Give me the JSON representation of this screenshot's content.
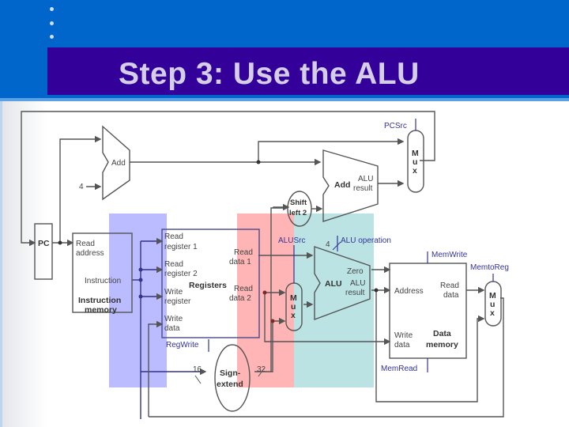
{
  "slide": {
    "title": "Step 3: Use the ALU",
    "bullets": 3,
    "colors": {
      "header_bg": "#0066cc",
      "title_bar_bg": "#330099",
      "title_text": "#d4cfe6",
      "highlight_blue": "#7878ff",
      "highlight_red": "#ff7878",
      "highlight_teal": "#78c8c8",
      "control_signal": "#33339a"
    }
  },
  "diagram": {
    "pc": {
      "label": "PC"
    },
    "adder_pc": {
      "label": "Add",
      "const_input": "4"
    },
    "adder_branch": {
      "label": "Add",
      "result_line1": "ALU",
      "result_line2": "result"
    },
    "shift": {
      "line1": "Shift",
      "line2": "left 2"
    },
    "mux_pc": {
      "l1": "M",
      "l2": "u",
      "l3": "x",
      "control": "PCSrc"
    },
    "instr_mem": {
      "in_line1": "Read",
      "in_line2": "address",
      "out": "Instruction",
      "name_line1": "Instruction",
      "name_line2": "memory"
    },
    "registers": {
      "name": "Registers",
      "rr1_a": "Read",
      "rr1_b": "register 1",
      "rr2_a": "Read",
      "rr2_b": "register 2",
      "wr_a": "Write",
      "wr_b": "register",
      "wd_a": "Write",
      "wd_b": "data",
      "rd1_a": "Read",
      "rd1_b": "data 1",
      "rd2_a": "Read",
      "rd2_b": "data 2",
      "control": "RegWrite"
    },
    "alu_src_mux": {
      "l1": "M",
      "l2": "u",
      "l3": "x",
      "control": "ALUSrc"
    },
    "alu": {
      "name": "ALU",
      "zero": "Zero",
      "res1": "ALU",
      "res2": "result",
      "op_label": "ALU operation",
      "op_width": "4"
    },
    "data_mem": {
      "addr": "Address",
      "rd_a": "Read",
      "rd_b": "data",
      "wd_a": "Write",
      "wd_b": "data",
      "name_a": "Data",
      "name_b": "memory",
      "write_ctl": "MemWrite",
      "read_ctl": "MemRead"
    },
    "mux_wb": {
      "l1": "M",
      "l2": "u",
      "l3": "x",
      "control": "MemtoReg"
    },
    "sign_extend": {
      "line1": "Sign-",
      "line2": "extend",
      "in_width": "16",
      "out_width": "32"
    }
  }
}
